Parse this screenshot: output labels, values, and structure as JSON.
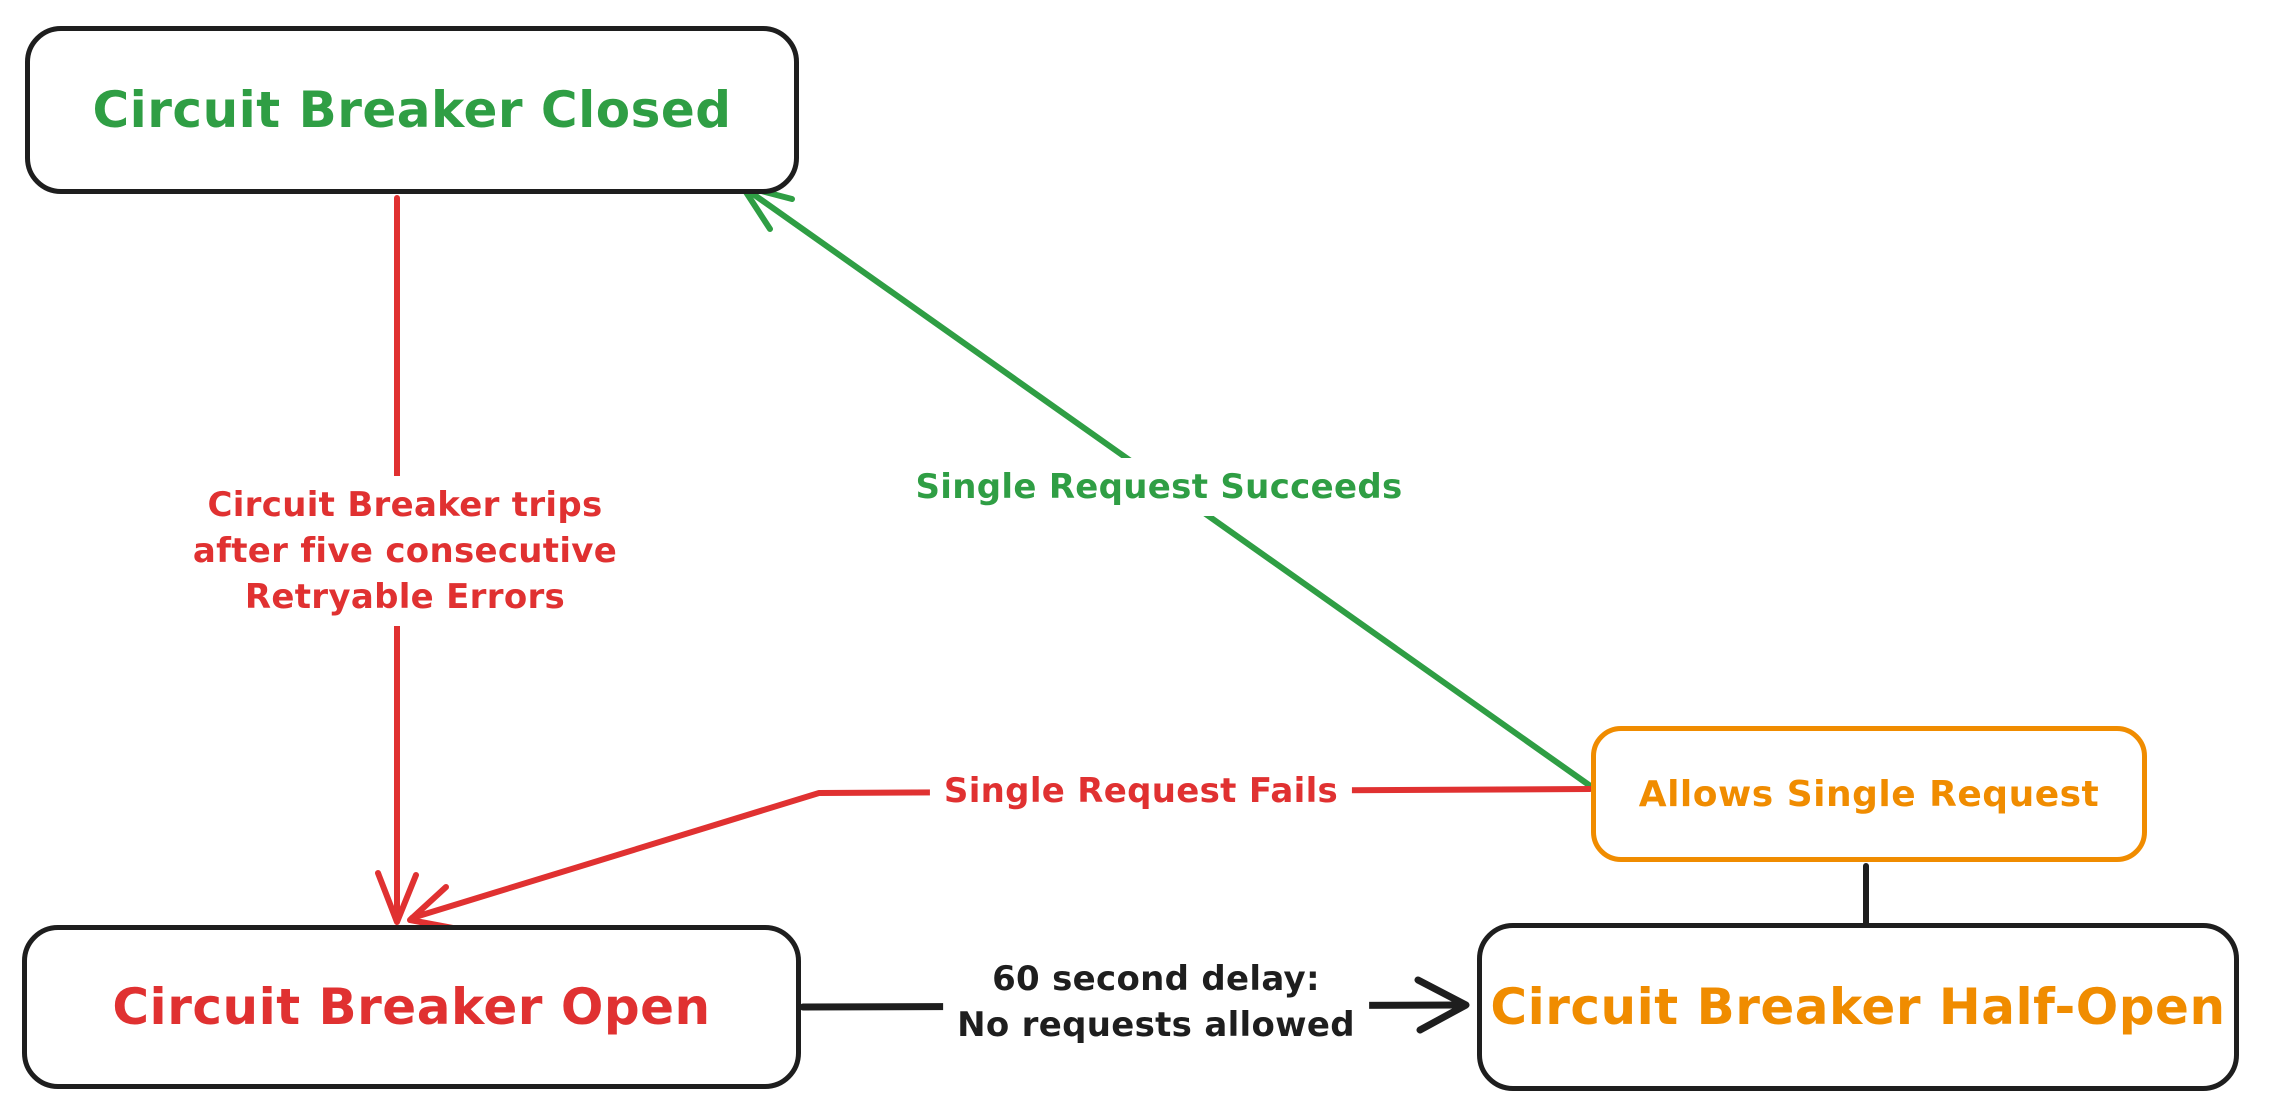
{
  "colors": {
    "green": "#2f9e44",
    "red": "#e03131",
    "orange": "#f08c00",
    "black": "#1e1e1e"
  },
  "nodes": {
    "closed": {
      "label": "Circuit Breaker Closed"
    },
    "open": {
      "label": "Circuit Breaker Open"
    },
    "half_open": {
      "label": "Circuit Breaker Half-Open"
    },
    "allows": {
      "label": "Allows Single Request"
    }
  },
  "edges": {
    "trip": {
      "from": "closed",
      "to": "open",
      "label_lines": [
        "Circuit Breaker trips",
        "after five consecutive",
        "Retryable Errors"
      ]
    },
    "success": {
      "from": "allows",
      "to": "closed",
      "label": "Single Request Succeeds"
    },
    "fails": {
      "from": "allows",
      "to": "open",
      "label": "Single Request Fails"
    },
    "delay": {
      "from": "open",
      "to": "half_open",
      "label_lines": [
        "60 second delay:",
        "No requests allowed"
      ]
    },
    "connector": {
      "from": "half_open",
      "to": "allows"
    }
  }
}
